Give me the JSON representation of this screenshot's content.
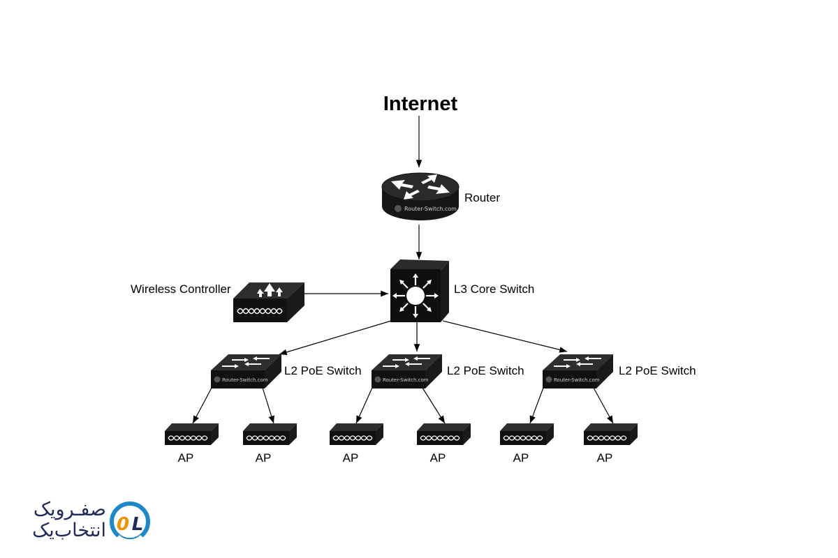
{
  "title": "Internet",
  "nodes": {
    "router": "Router",
    "core_switch": "L3 Core Switch",
    "wireless_controller": "Wireless Controller",
    "poe_switch_1": "L2 PoE Switch",
    "poe_switch_2": "L2 PoE Switch",
    "poe_switch_3": "L2 PoE Switch",
    "ap_1": "AP",
    "ap_2": "AP",
    "ap_3": "AP",
    "ap_4": "AP",
    "ap_5": "AP",
    "ap_6": "AP"
  },
  "device_brand": "Router-Switch.com",
  "logo": {
    "line1": "صفـرویک",
    "line2": "انتخاب‌یک",
    "mark": "OL",
    "colors": {
      "dark": "#1f2a5a",
      "ring": "#1e88c8",
      "accent": "#f39200"
    }
  }
}
